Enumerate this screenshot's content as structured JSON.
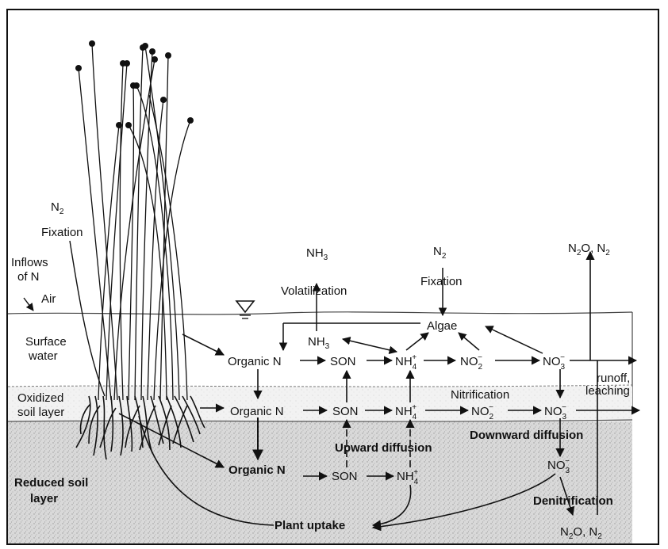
{
  "labels": {
    "n2_left": "N",
    "n2_left_sub": "2",
    "fixation_left": "Fixation",
    "inflows_1": "Inflows",
    "inflows_2": "of N",
    "air": "Air",
    "surface_water_1": "Surface",
    "surface_water_2": "water",
    "oxidized_1": "Oxidized",
    "oxidized_2": "soil layer",
    "reduced_1": "Reduced soil",
    "reduced_2": "layer",
    "nh3_top": "NH",
    "nh3_top_sub": "3",
    "volatilization": "Volatilization",
    "n2_mid": "N",
    "n2_mid_sub": "2",
    "fixation_mid": "Fixation",
    "n2o_n2_top": "N",
    "n2o_n2_top_sub": "2",
    "n2o_n2_top_rest": "O, N",
    "n2o_n2_top_sub2": "2",
    "algae": "Algae",
    "nh3_water": "NH",
    "nh3_water_sub": "3",
    "organic_n_1": "Organic N",
    "son_1": "SON",
    "nh4": "NH",
    "nh4_sub": "4",
    "nh4_sup": "+",
    "no2": "NO",
    "no2_sub": "2",
    "no2_sup": "−",
    "no3": "NO",
    "no3_sub": "3",
    "no3_sup": "−",
    "runoff_1": "runoff,",
    "runoff_2": "leaching",
    "nitrification": "Nitrification",
    "organic_n_2": "Organic N",
    "son_2": "SON",
    "downward_diffusion": "Downward diffusion",
    "upward_diffusion": "Upward diffusion",
    "organic_n_3": "Organic N",
    "son_3": "SON",
    "denitrification": "Denitrification",
    "n2o_bottom": "N",
    "n2o_bottom_sub": "2",
    "n2o_bottom_rest": "O, N",
    "n2o_bottom_sub2": "2",
    "plant_uptake": "Plant uptake"
  },
  "icons": {
    "water_level": "water-level-triangle-icon",
    "plant": "wetland-plant-icon"
  }
}
